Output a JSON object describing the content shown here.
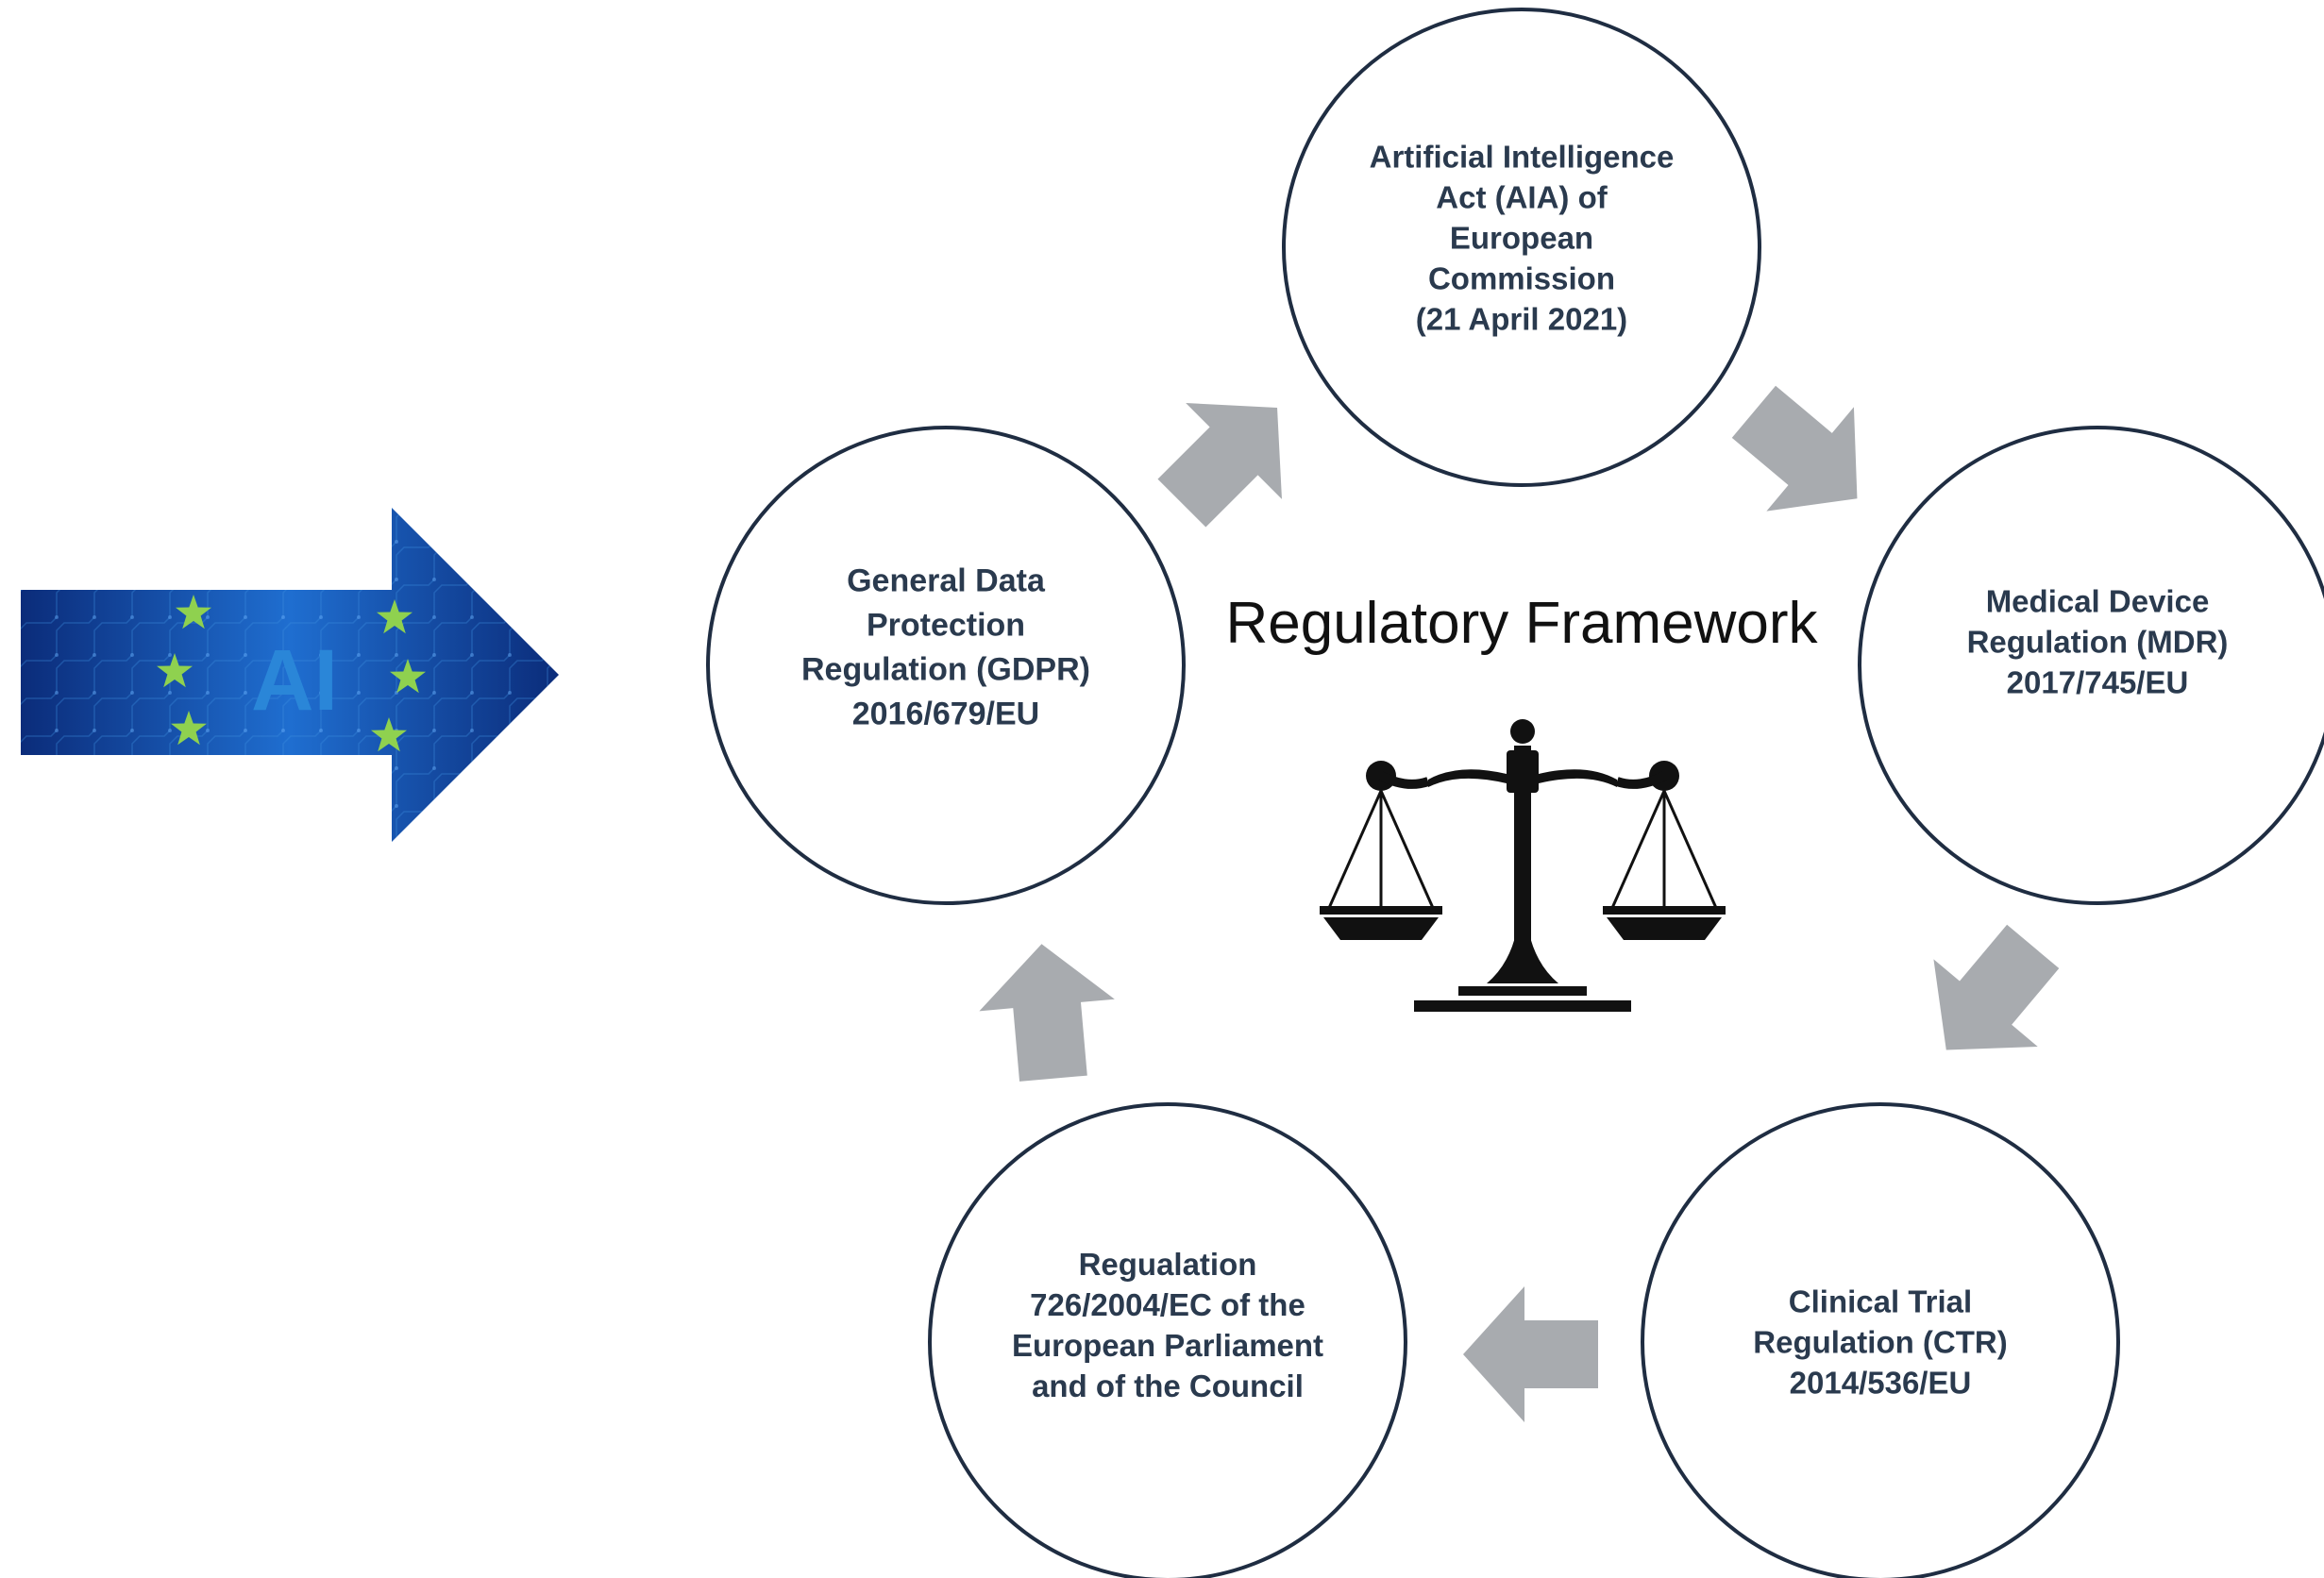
{
  "diagram": {
    "title": "Regulatory Framework",
    "badge_text": "AI",
    "nodes": [
      {
        "id": "aia",
        "lines": [
          "Artificial Intelligence",
          "Act (AIA) of",
          "European",
          "Commission",
          "(21 April 2021)"
        ]
      },
      {
        "id": "mdr",
        "lines": [
          "Medical Device",
          "Regulation (MDR)",
          "2017/745/EU"
        ]
      },
      {
        "id": "ctr",
        "lines": [
          "Clinical Trial",
          "Regulation (CTR)",
          "2014/536/EU"
        ]
      },
      {
        "id": "reg726",
        "lines": [
          "Regualation",
          "726/2004/EC of the",
          "European Parliament",
          "and of the Council"
        ]
      },
      {
        "id": "gdpr",
        "lines": [
          "General Data",
          "Protection",
          "Regulation (GDPR)",
          "2016/679/EU"
        ]
      }
    ],
    "flow": [
      "aia",
      "mdr",
      "ctr",
      "reg726",
      "gdpr",
      "aia"
    ]
  },
  "colors": {
    "circle_stroke": "#1f2d42",
    "node_text": "#2a3a4e",
    "cycle_arrow": "#a8abaf",
    "scale": "#111111",
    "eu_blue_dark": "#0b2c7a",
    "eu_blue_light": "#1f6ed0",
    "eu_star": "#8fd14f",
    "ai_text": "#2a86d8"
  },
  "icons": {
    "badge": "eu-ai-arrow-icon",
    "center": "scales-of-justice-icon",
    "cycle": "block-arrow-icon"
  }
}
